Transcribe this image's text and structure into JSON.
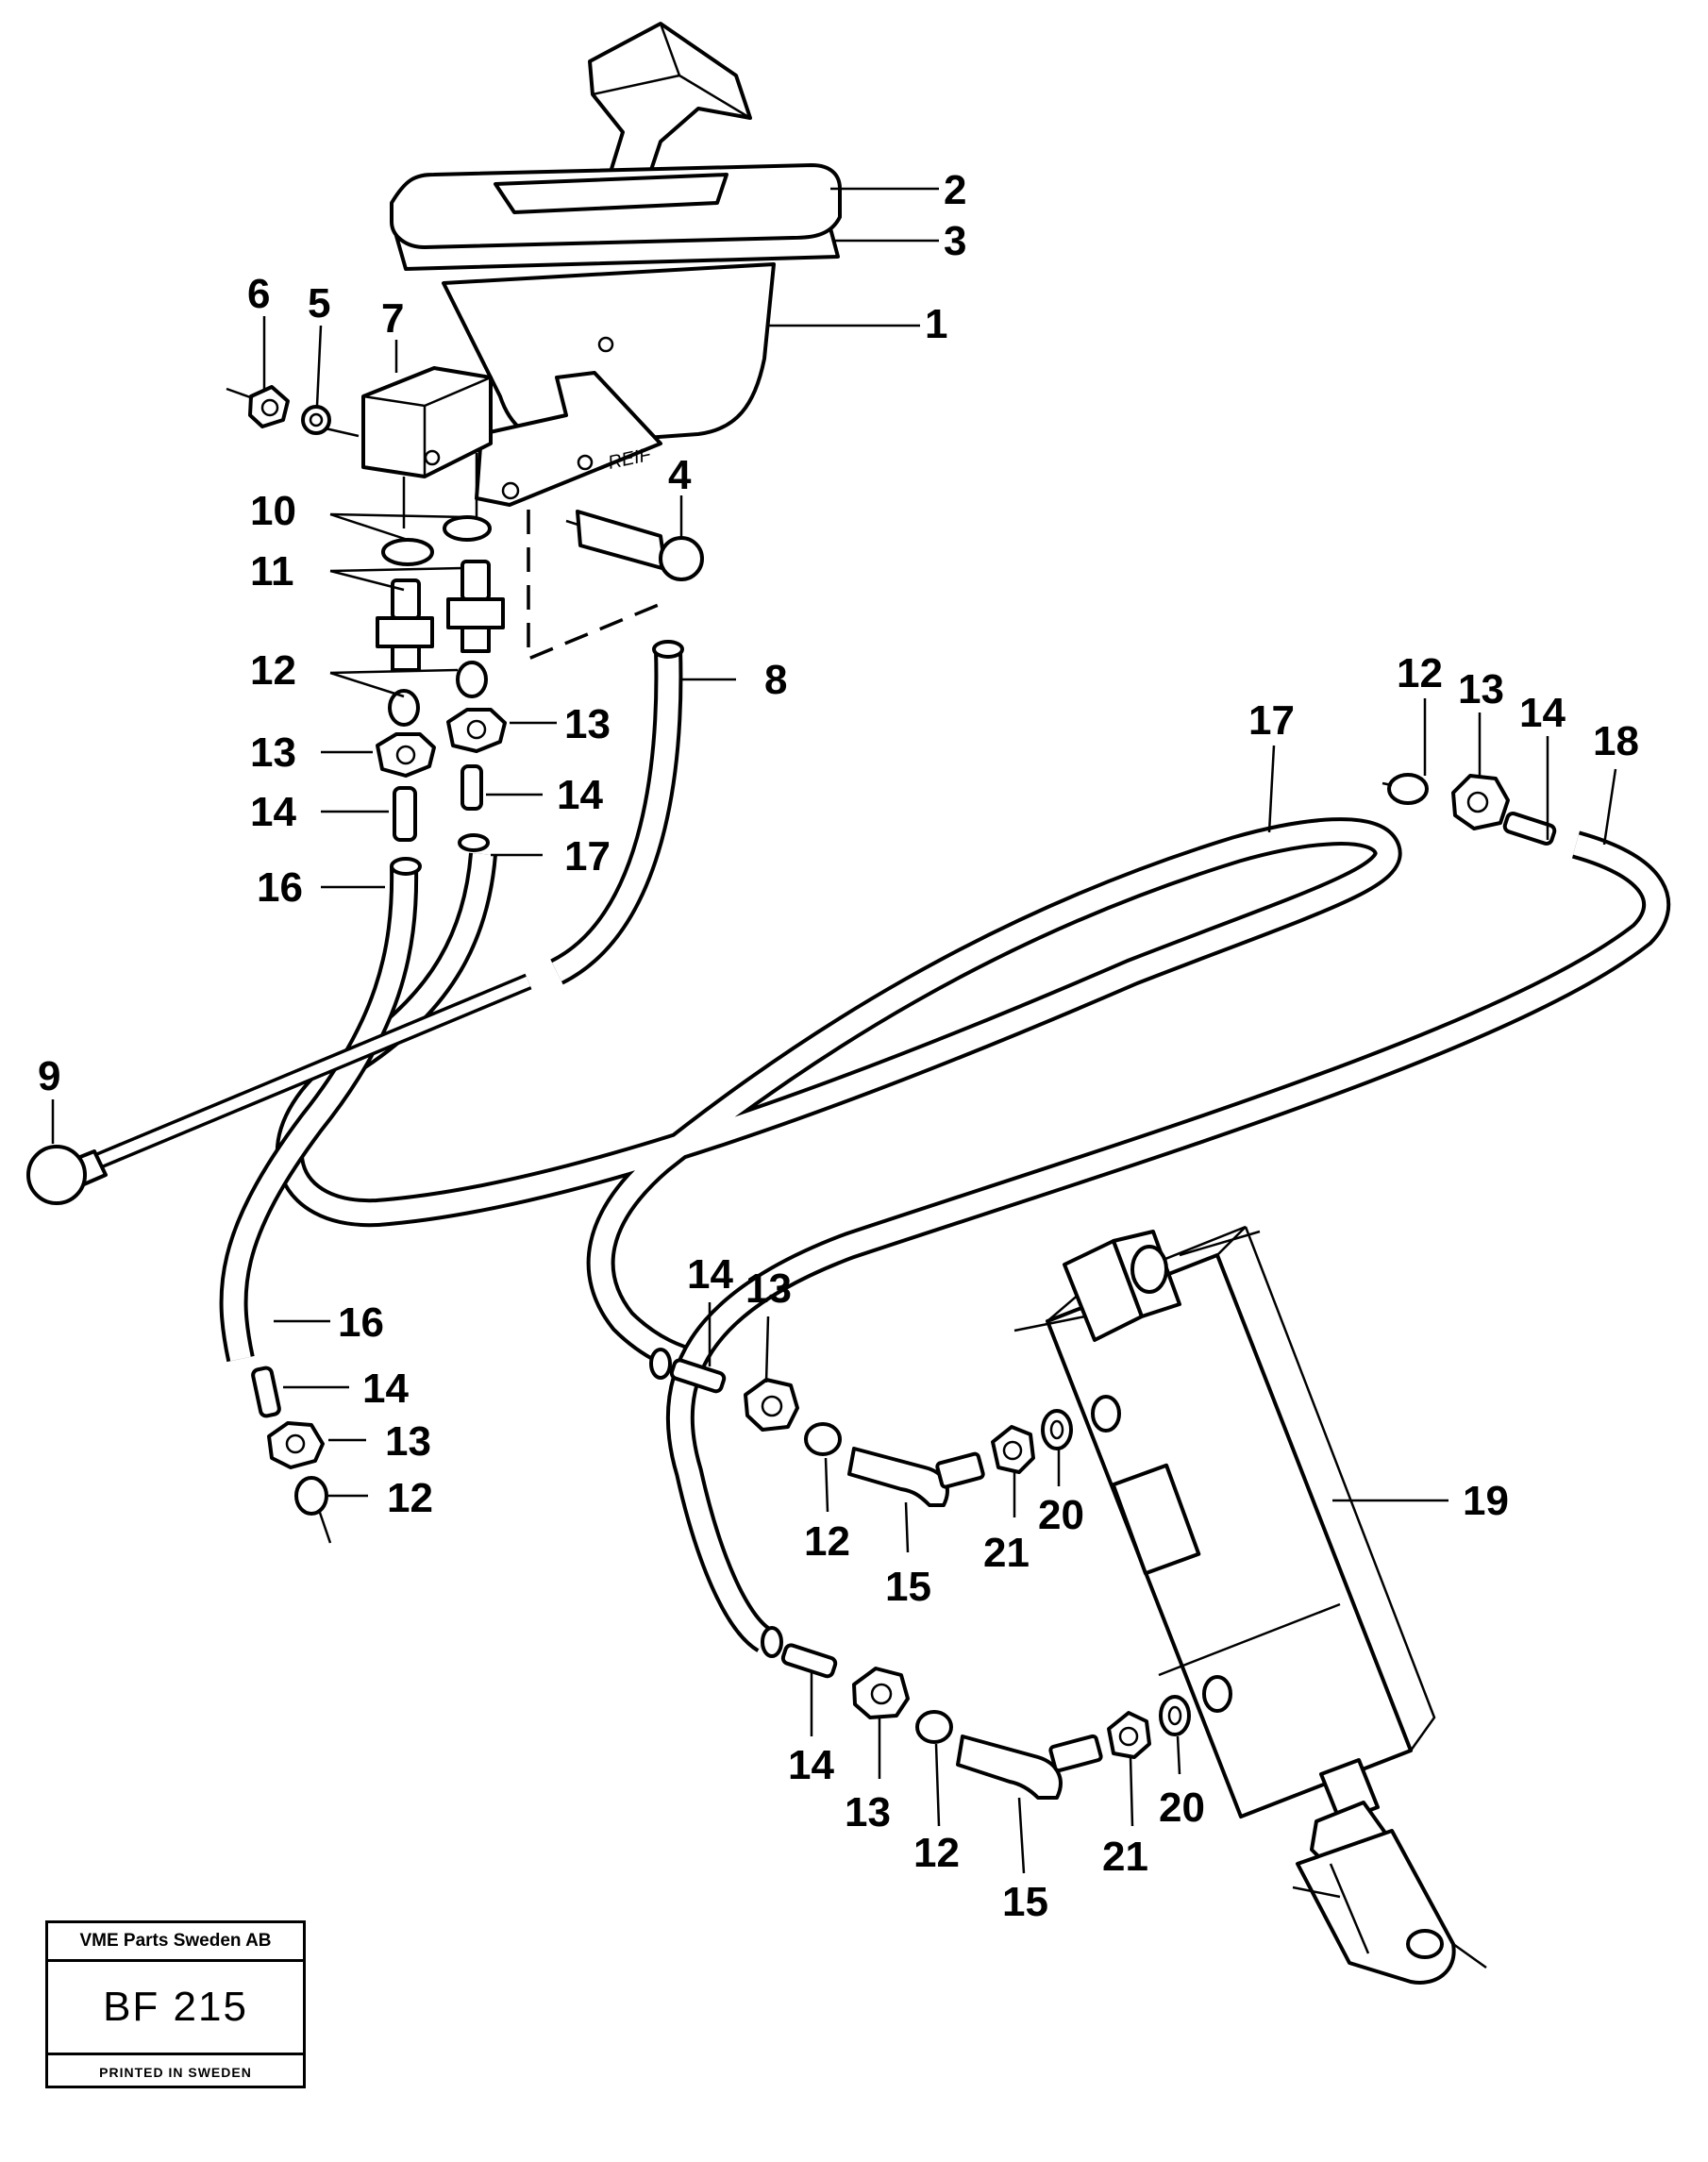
{
  "title_block": {
    "company": "VME Parts Sweden AB",
    "code": "BF 215",
    "printed": "PRINTED IN SWEDEN"
  },
  "housing_marking": "REIF",
  "callouts": [
    "2",
    "3",
    "1",
    "6",
    "5",
    "7",
    "4",
    "10",
    "11",
    "12",
    "13",
    "14",
    "16",
    "8",
    "17",
    "12",
    "13",
    "14",
    "18",
    "13",
    "14",
    "17",
    "9",
    "16",
    "14",
    "13",
    "12",
    "14",
    "13",
    "12",
    "15",
    "21",
    "20",
    "19",
    "14",
    "13",
    "12",
    "15",
    "21",
    "20"
  ]
}
